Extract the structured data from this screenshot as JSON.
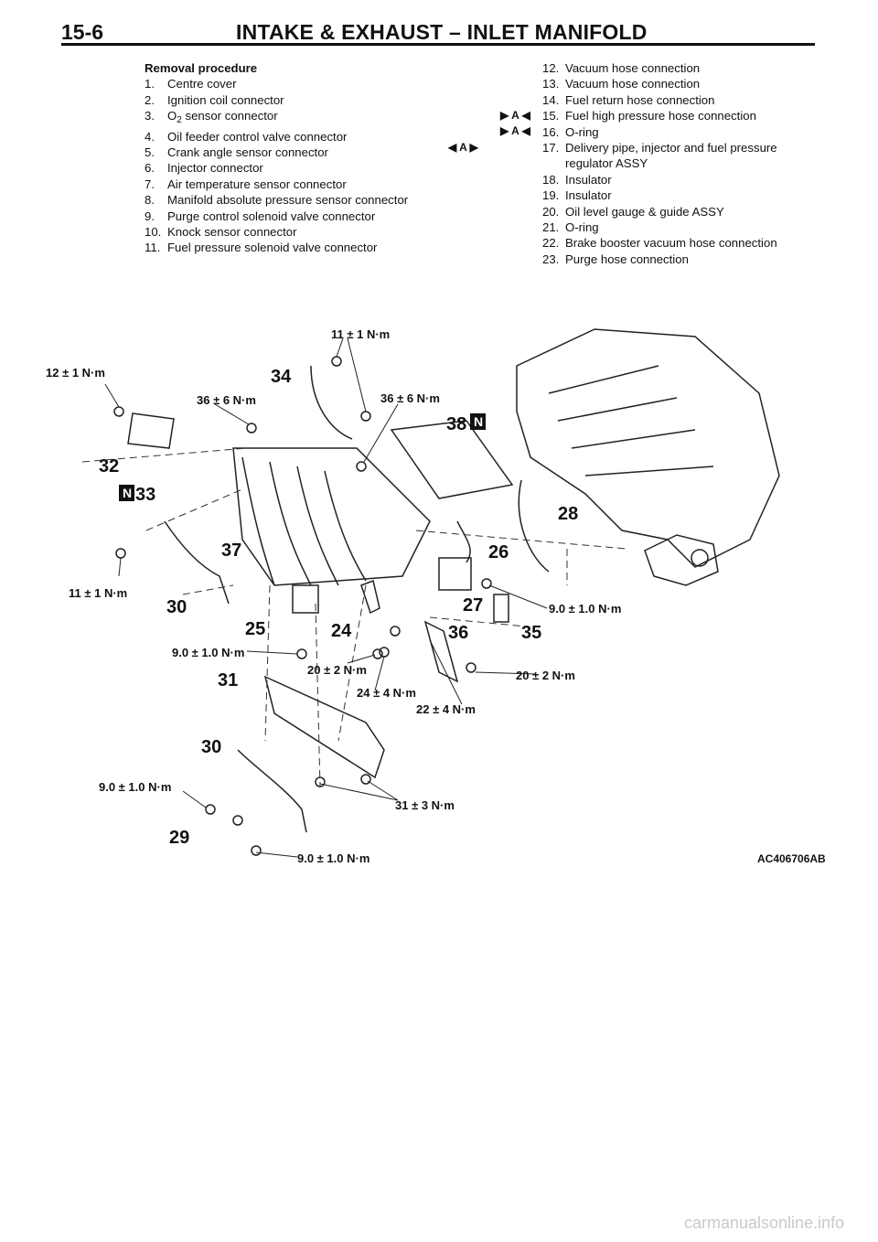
{
  "header": {
    "page_number": "15-6",
    "title": "INTAKE & EXHAUST – INLET MANIFOLD"
  },
  "left_column": {
    "heading": "Removal procedure",
    "items": [
      {
        "num": "1.",
        "text": "Centre cover"
      },
      {
        "num": "2.",
        "text": "Ignition coil connector"
      },
      {
        "num": "3.",
        "text_pre": "O",
        "text_sub": "2",
        "text_post": " sensor connector"
      },
      {
        "num": "4.",
        "text": "Oil feeder control valve connector"
      },
      {
        "num": "5.",
        "text": "Crank angle sensor connector"
      },
      {
        "num": "6.",
        "text": "Injector connector"
      },
      {
        "num": "7.",
        "text": "Air temperature sensor connector"
      },
      {
        "num": "8.",
        "text": "Manifold absolute pressure sensor connector"
      },
      {
        "num": "9.",
        "text": "Purge control solenoid valve connector"
      },
      {
        "num": "10.",
        "text": "Knock sensor connector"
      },
      {
        "num": "11.",
        "text": "Fuel pressure solenoid valve connector"
      }
    ]
  },
  "right_column": {
    "items": [
      {
        "num": "12.",
        "text": "Vacuum hose connection"
      },
      {
        "num": "13.",
        "text": "Vacuum hose connection"
      },
      {
        "num": "14.",
        "text": "Fuel return hose connection"
      },
      {
        "num": "15.",
        "text": "Fuel high pressure hose connection"
      },
      {
        "num": "16.",
        "text": "O-ring"
      },
      {
        "num": "17.",
        "text": "Delivery pipe, injector and fuel pressure regulator ASSY"
      },
      {
        "num": "18.",
        "text": "Insulator"
      },
      {
        "num": "19.",
        "text": "Insulator"
      },
      {
        "num": "20.",
        "text": "Oil level gauge & guide ASSY"
      },
      {
        "num": "21.",
        "text": "O-ring"
      },
      {
        "num": "22.",
        "text": "Brake booster vacuum hose connection"
      },
      {
        "num": "23.",
        "text": "Purge hose connection"
      }
    ]
  },
  "markers": {
    "m15": "▶ A ◀",
    "m16": "▶ A ◀",
    "m17": "◀ A ▶"
  },
  "diagram": {
    "torque": {
      "t_11_top": "11 ± 1 N·m",
      "t_12": "12 ± 1 N·m",
      "t_36_left": "36 ± 6 N·m",
      "t_36_right": "36 ± 6 N·m",
      "t_11_left": "11 ± 1 N·m",
      "t_9_right": "9.0 ± 1.0 N·m",
      "t_9_mid": "9.0 ± 1.0 N·m",
      "t_20_mid": "20 ± 2 N·m",
      "t_20_right": "20 ± 2 N·m",
      "t_24": "24 ± 4 N·m",
      "t_22": "22 ± 4 N·m",
      "t_9_low": "9.0 ± 1.0 N·m",
      "t_31": "31 ± 3 N·m",
      "t_9_bottom": "9.0 ± 1.0 N·m"
    },
    "parts": {
      "p34": "34",
      "p38": "38",
      "p38n": "N",
      "p32": "32",
      "p33": "33",
      "p33n": "N",
      "p28": "28",
      "p37": "37",
      "p26": "26",
      "p30a": "30",
      "p27": "27",
      "p25": "25",
      "p24": "24",
      "p36": "36",
      "p35": "35",
      "p31": "31",
      "p30b": "30",
      "p29": "29"
    },
    "figure_code": "AC406706AB"
  },
  "watermark": "carmanualsonline.info"
}
